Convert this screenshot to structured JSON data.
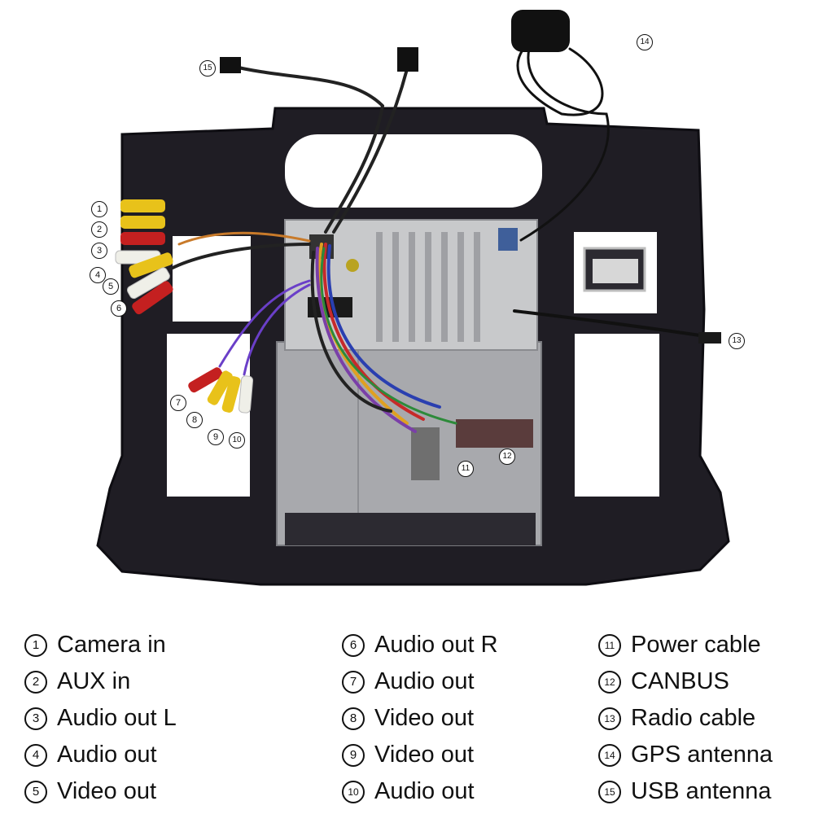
{
  "photo": {
    "callouts": [
      {
        "num": "1"
      },
      {
        "num": "2"
      },
      {
        "num": "3"
      },
      {
        "num": "4"
      },
      {
        "num": "5"
      },
      {
        "num": "6"
      },
      {
        "num": "7"
      },
      {
        "num": "8"
      },
      {
        "num": "9"
      },
      {
        "num": "10"
      },
      {
        "num": "11"
      },
      {
        "num": "12"
      },
      {
        "num": "13"
      },
      {
        "num": "14"
      },
      {
        "num": "15"
      }
    ]
  },
  "legend": {
    "col1": [
      {
        "num": "1",
        "label": "Camera in"
      },
      {
        "num": "2",
        "label": "AUX in"
      },
      {
        "num": "3",
        "label": "Audio out L"
      },
      {
        "num": "4",
        "label": "Audio out"
      },
      {
        "num": "5",
        "label": "Video out"
      }
    ],
    "col2": [
      {
        "num": "6",
        "label": "Audio out R"
      },
      {
        "num": "7",
        "label": "Audio out"
      },
      {
        "num": "8",
        "label": "Video out"
      },
      {
        "num": "9",
        "label": "Video out"
      },
      {
        "num": "10",
        "label": "Audio out"
      }
    ],
    "col3": [
      {
        "num": "11",
        "label": "Power cable"
      },
      {
        "num": "12",
        "label": "CANBUS"
      },
      {
        "num": "13",
        "label": "Radio cable"
      },
      {
        "num": "14",
        "label": "GPS antenna"
      },
      {
        "num": "15",
        "label": "USB antenna"
      }
    ]
  },
  "colors": {
    "frame": "#1f1d24",
    "chassis": "#a8a9ad",
    "heatsink": "#c8c9cb",
    "rca_yellow": "#e8c21a",
    "rca_red": "#c42020",
    "rca_white": "#efefe8"
  }
}
